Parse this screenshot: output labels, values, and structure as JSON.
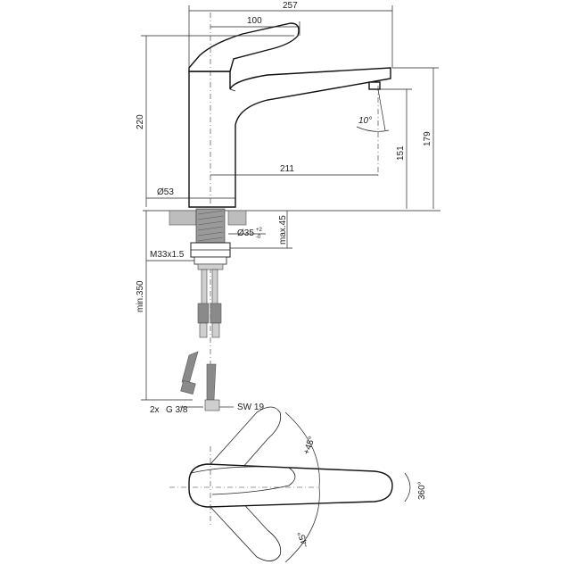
{
  "dimensions": {
    "overall_width": "257",
    "handle_length": "100",
    "height_total": "220",
    "spout_reach": "211",
    "spout_height_outlet": "151",
    "spout_height_top": "179",
    "body_diameter": "Ø53",
    "spout_angle": "10°",
    "hole_diameter": "Ø35",
    "hole_tolerance_sup": "+2",
    "hole_tolerance_sub": "-0",
    "max_thickness": "max.45",
    "thread": "M33x1.5",
    "hose_length": "min.350",
    "connection_count": "2x",
    "connection_thread": "G 3/8",
    "wrench_size": "SW 19",
    "lever_angle_pos": "+45°",
    "lever_angle_neg": "-45°",
    "rotation": "360°"
  }
}
